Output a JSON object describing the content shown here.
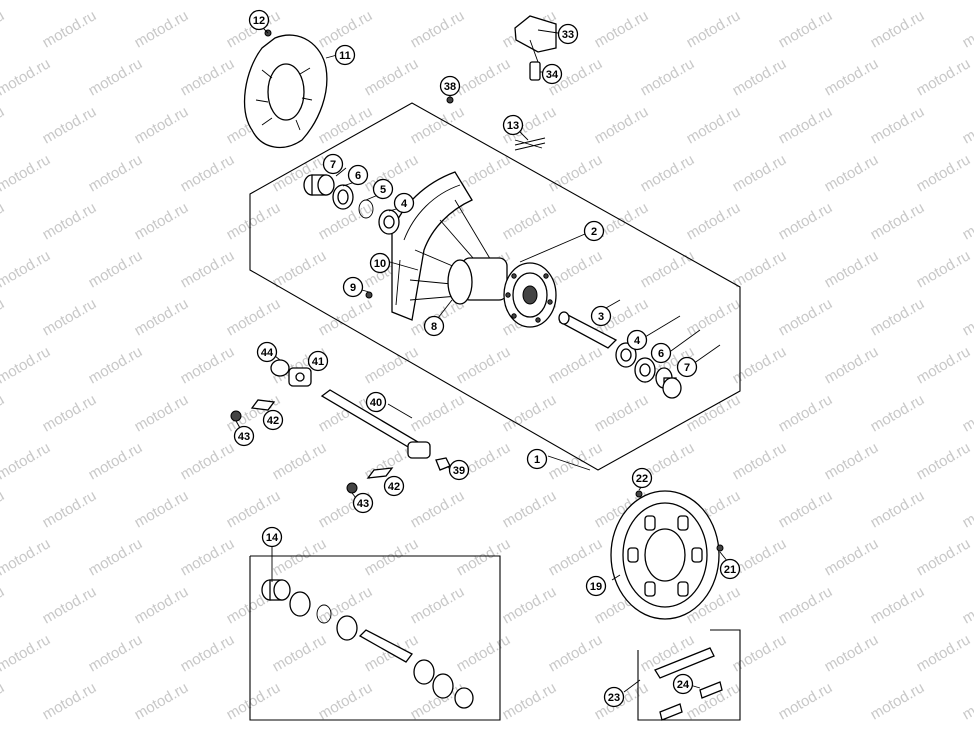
{
  "watermark": {
    "text": "motod.ru"
  },
  "colors": {
    "line": "#000000",
    "background": "#ffffff",
    "watermark": "#c8c8c8",
    "part_fill": "#ffffff",
    "dark_fill": "#444444"
  },
  "callouts": [
    {
      "id": "c1",
      "label": "1"
    },
    {
      "id": "c2",
      "label": "2"
    },
    {
      "id": "c3",
      "label": "3"
    },
    {
      "id": "c4a",
      "label": "4"
    },
    {
      "id": "c4b",
      "label": "4"
    },
    {
      "id": "c5",
      "label": "5"
    },
    {
      "id": "c6a",
      "label": "6"
    },
    {
      "id": "c6b",
      "label": "6"
    },
    {
      "id": "c7a",
      "label": "7"
    },
    {
      "id": "c7b",
      "label": "7"
    },
    {
      "id": "c8",
      "label": "8"
    },
    {
      "id": "c9",
      "label": "9"
    },
    {
      "id": "c10",
      "label": "10"
    },
    {
      "id": "c11",
      "label": "11"
    },
    {
      "id": "c12",
      "label": "12"
    },
    {
      "id": "c13",
      "label": "13"
    },
    {
      "id": "c14",
      "label": "14"
    },
    {
      "id": "c19",
      "label": "19"
    },
    {
      "id": "c21",
      "label": "21"
    },
    {
      "id": "c22",
      "label": "22"
    },
    {
      "id": "c23",
      "label": "23"
    },
    {
      "id": "c24",
      "label": "24"
    },
    {
      "id": "c33",
      "label": "33"
    },
    {
      "id": "c34",
      "label": "34"
    },
    {
      "id": "c38",
      "label": "38"
    },
    {
      "id": "c39",
      "label": "39"
    },
    {
      "id": "c40",
      "label": "40"
    },
    {
      "id": "c41",
      "label": "41"
    },
    {
      "id": "c42a",
      "label": "42"
    },
    {
      "id": "c42b",
      "label": "42"
    },
    {
      "id": "c43a",
      "label": "43"
    },
    {
      "id": "c43b",
      "label": "43"
    },
    {
      "id": "c44",
      "label": "44"
    }
  ]
}
